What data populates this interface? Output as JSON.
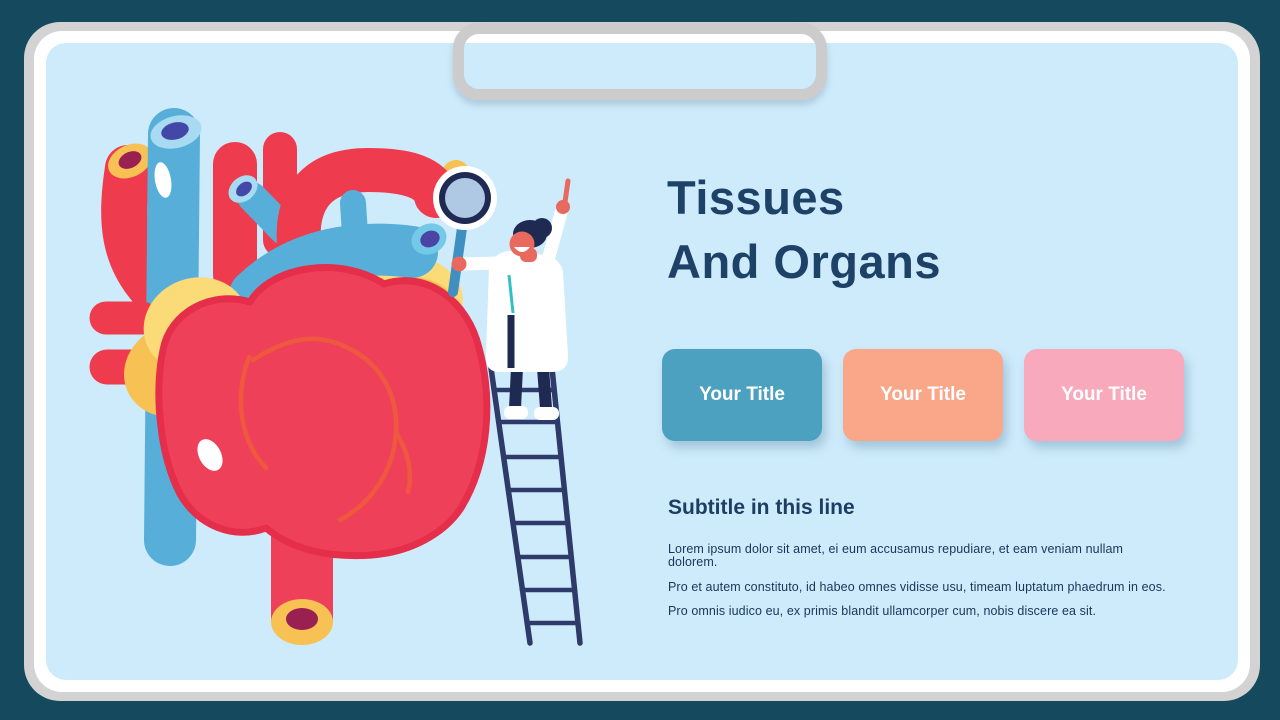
{
  "slide": {
    "title": {
      "line1": "Tissues",
      "line2": "And Organs",
      "color": "#1E4168"
    },
    "buttons": [
      {
        "label": "Your Title",
        "color": "#4DA1C0"
      },
      {
        "label": "Your Title",
        "color": "#F9A689"
      },
      {
        "label": "Your Title",
        "color": "#F8A9BB"
      }
    ],
    "subtitle": {
      "text": "Subtitle in this line",
      "color": "#1D3E63"
    },
    "body": {
      "color": "#17365B",
      "lines": [
        "Lorem ipsum dolor sit amet, ei eum accusamus repudiare, et eam veniam nullam dolorem.",
        "Pro et  autem  constituto, id habeo omnes  vidisse usu, timeam  luptatum  phaedrum  in eos.",
        "Pro omnis iudico eu, ex primis blandit ullamcorper cum, nobis discere ea sit."
      ]
    },
    "frame": {
      "outer_background": "#14495E",
      "shadow_ring": "#D3D3D3",
      "frame_color": "#FFFFFF",
      "canvas_background": "#CEEBFB",
      "clip_border": "#CCCCCC"
    },
    "illustration": {
      "name": "doctor-examining-giant-heart",
      "colors": {
        "heart_red": "#EE4159",
        "heart_outline": "#E42E4A",
        "vein_orange_red": "#F0573F",
        "vessel_red": "#EE3B4D",
        "vessel_blue": "#57AFD9",
        "vessel_rim_light": "#A8DBF2",
        "vessel_rim_cyan": "#74C8E8",
        "vessel_inner_indigo": "#4247A8",
        "vessel_inner_purple": "#4A44A5",
        "fat_light_yellow": "#FBDA78",
        "fat_gold": "#F7C154",
        "opening_maroon": "#9B2052",
        "ladder_navy": "#2E3A69",
        "skin_coral": "#E8695E",
        "hair_navy": "#1F2A52",
        "lab_coat": "#FFFFFF",
        "magnifier_lens": "#AFC9E5",
        "magnifier_handle": "#3F90C1",
        "lanyard_teal": "#35BEC6"
      }
    }
  }
}
